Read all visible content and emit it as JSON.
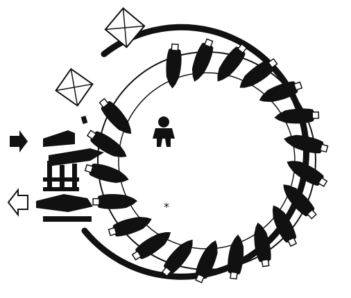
{
  "diagram": {
    "center_marker": "*",
    "colors": {
      "ink": "#111111",
      "paper": "#ffffff",
      "feed_tag": "#ffffff"
    },
    "icons": {
      "entry_arrow": "filled-arrow-right",
      "exit_arrow": "outline-arrow-left",
      "feed_box": "envelope-box",
      "operator": "person-figure",
      "animal": "cow-silhouette"
    },
    "animal_count": 20
  }
}
